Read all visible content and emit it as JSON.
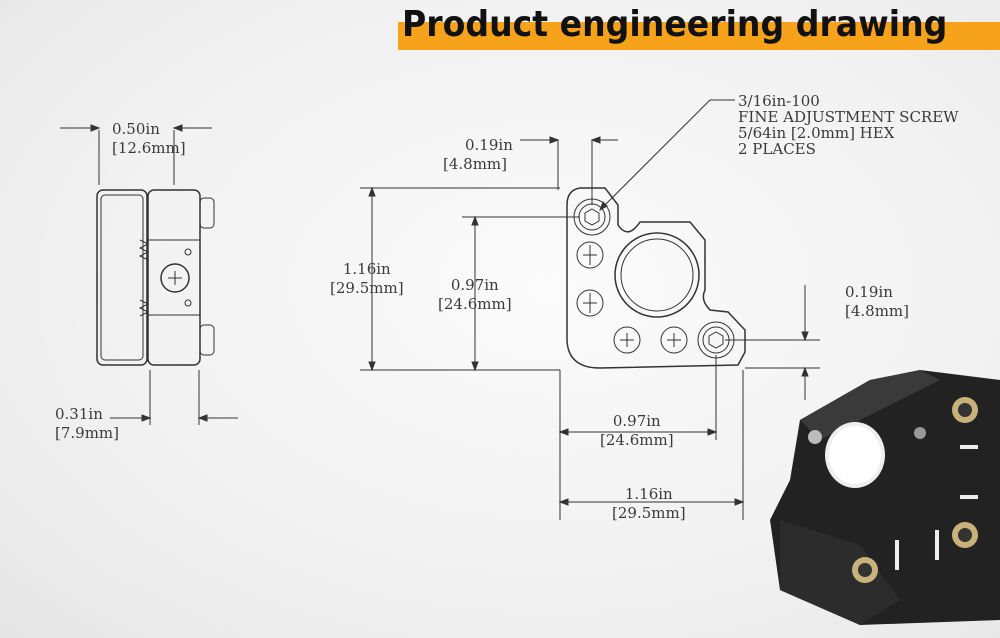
{
  "title": "Product engineering drawing",
  "colors": {
    "banner": "#f7a21b",
    "line": "#333333"
  },
  "side_view": {
    "width_top": {
      "in": "0.50in",
      "mm": "[12.6mm]"
    },
    "width_bottom": {
      "in": "0.31in",
      "mm": "[7.9mm]"
    }
  },
  "front_view": {
    "screw_offset_top": {
      "in": "0.19in",
      "mm": "[4.8mm]"
    },
    "height_total": {
      "in": "1.16in",
      "mm": "[29.5mm]"
    },
    "height_center": {
      "in": "0.97in",
      "mm": "[24.6mm]"
    },
    "screw_offset_right": {
      "in": "0.19in",
      "mm": "[4.8mm]"
    },
    "width_center": {
      "in": "0.97in",
      "mm": "[24.6mm]"
    },
    "width_total": {
      "in": "1.16in",
      "mm": "[29.5mm]"
    },
    "callout": {
      "line1": "3/16in-100",
      "line2": "FINE ADJUSTMENT SCREW",
      "line3": "5/64in [2.0mm] HEX",
      "line4": "2 PLACES"
    }
  }
}
